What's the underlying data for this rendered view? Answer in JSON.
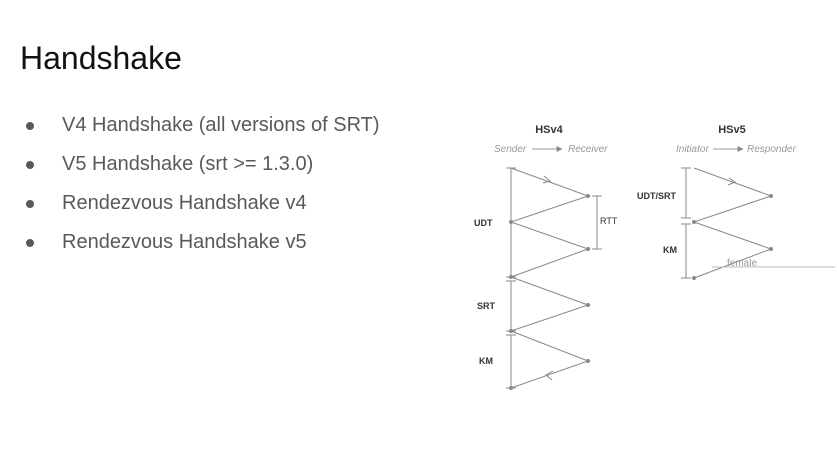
{
  "slide": {
    "title": "Handshake",
    "bullets": [
      "V4 Handshake (all versions of SRT)",
      "V5 Handshake (srt >= 1.3.0)",
      "Rendezvous Handshake v4",
      "Rendezvous Handshake v5"
    ]
  },
  "diagram": {
    "hsv4": {
      "title": "HSv4",
      "left_role": "Sender",
      "right_role": "Receiver",
      "phases": [
        "UDT",
        "SRT",
        "KM"
      ],
      "rtt_label": "RTT"
    },
    "hsv5": {
      "title": "HSv5",
      "left_role": "Initiator",
      "right_role": "Responder",
      "phases": [
        "UDT/SRT",
        "KM"
      ],
      "overlay_text": "female"
    }
  },
  "colors": {
    "title": "#111111",
    "bullet_text": "#595959",
    "diagram_line": "#888888",
    "diagram_label": "#333333",
    "role_text": "#999999"
  }
}
